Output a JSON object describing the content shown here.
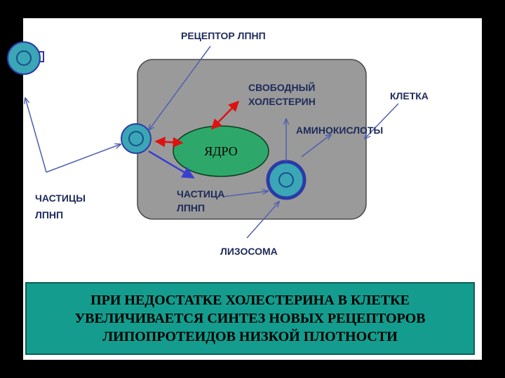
{
  "labels": {
    "receptor": "РЕЦЕПТОР ЛПНП",
    "free_cholesterol": "СВОБОДНЫЙ\nХОЛЕСТЕРИН",
    "cell": "КЛЕТКА",
    "amino_acids": "АМИНОКИСЛОТЫ",
    "nucleus": "ЯДРО",
    "particle_inside": "ЧАСТИЦА\nЛПНП",
    "particles_outside": "ЧАСТИЦЫ\nЛПНП",
    "lysosome": "ЛИЗОСОМА"
  },
  "info_box": {
    "text": "ПРИ НЕДОСТАТКЕ ХОЛЕСТЕРИНА  В  КЛЕТКЕ\nУВЕЛИЧИВАЕТСЯ СИНТЕЗ НОВЫХ РЕЦЕПТОРОВ\nЛИПОПРОТЕИДОВ НИЗКОЙ ПЛОТНОСТИ"
  },
  "colors": {
    "cell_fill": "#9a9a9a",
    "nucleus_fill": "#2ea86a",
    "particle_fill": "#3aa6b6",
    "lysosome_ring": "#2b3aa6",
    "blue_arrow": "#3a3fd0",
    "red_arrow": "#e01010",
    "pointer_line": "#5060b0",
    "info_fill": "#149d8e"
  }
}
